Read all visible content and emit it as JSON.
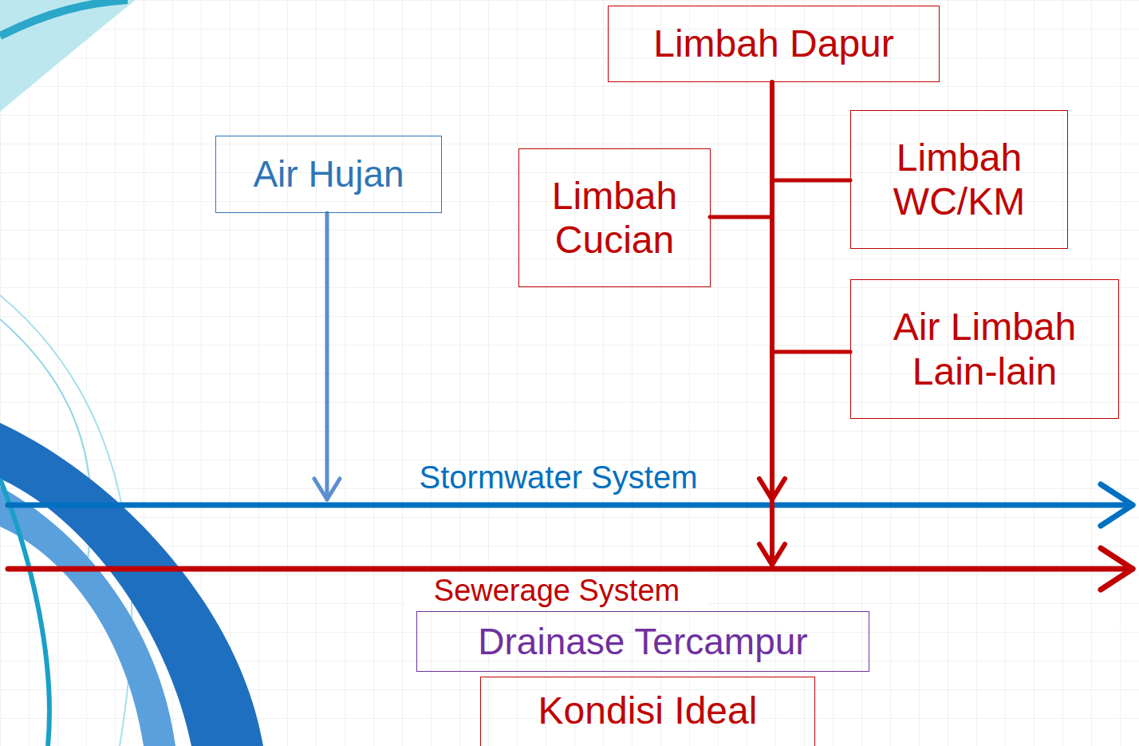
{
  "diagram": {
    "nodes": [
      {
        "text": [
          "Limbah Dapur"
        ]
      },
      {
        "text": [
          "Air Hujan"
        ]
      },
      {
        "text": [
          "Limbah Cucian"
        ]
      },
      {
        "text": [
          "Limbah WC/KM"
        ]
      },
      {
        "text": [
          "Air Limbah Lain-lain"
        ]
      },
      {
        "text": [
          "Drainase Tercampur"
        ]
      },
      {
        "text": [
          "Kondisi Ideal"
        ]
      }
    ],
    "labels": [
      "Stormwater System",
      "Sewerage System"
    ]
  }
}
